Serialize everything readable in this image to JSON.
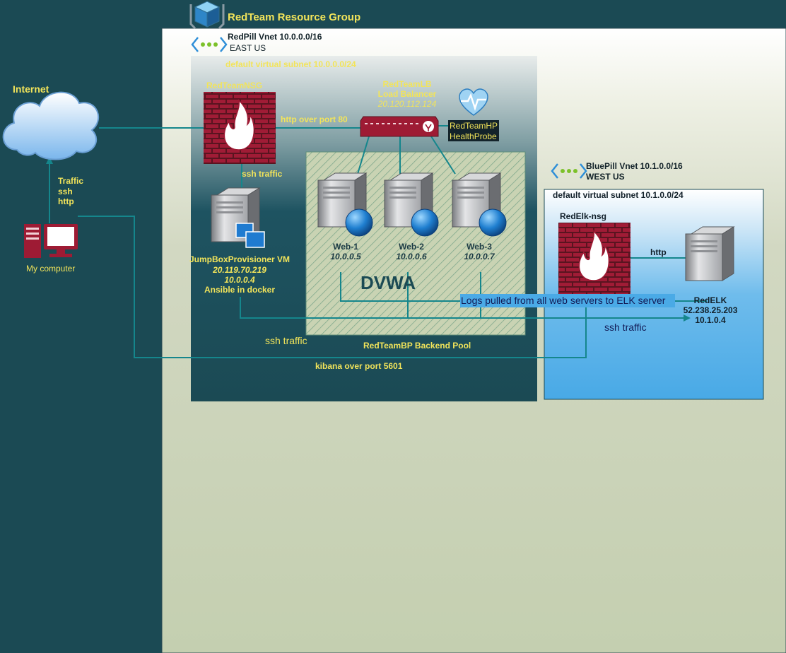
{
  "resource_group": {
    "title": "RedTeam Resource Group",
    "icon": "resource-group-cube-icon"
  },
  "internet": {
    "label": "Internet",
    "icon": "cloud-icon"
  },
  "my_computer": {
    "label": "My computer",
    "icon": "computer-icon",
    "traffic_lines": [
      "Traffic",
      "ssh",
      "http"
    ]
  },
  "redpill_vnet": {
    "title": "RedPill Vnet 10.0.0.0/16",
    "region": "EAST US",
    "icon": "vnet-icon",
    "subnet": "default virtual subnet 10.0.0.0/24",
    "nsg": {
      "name": "RedTeamNSG",
      "icon": "firewall-icon"
    },
    "lb": {
      "name": "RedTeamLB",
      "type": "Load Balancer",
      "ip": "20.120.112.124",
      "icon": "load-balancer-icon"
    },
    "probe": {
      "name": "RedTeamHP",
      "type": "HealthProbe",
      "icon": "health-probe-icon"
    },
    "jumpbox": {
      "name": "JumpBoxProvisioner VM",
      "public_ip": "20.119.70.219",
      "private_ip": "10.0.0.4",
      "note": "Ansible in docker",
      "icon": "server-icon"
    },
    "pool": {
      "title": "DVWA",
      "name": "RedTeamBP Backend Pool",
      "servers": [
        {
          "name": "Web-1",
          "ip": "10.0.0.5"
        },
        {
          "name": "Web-2",
          "ip": "10.0.0.6"
        },
        {
          "name": "Web-3",
          "ip": "10.0.0.7"
        }
      ]
    }
  },
  "bluepill_vnet": {
    "title": "BluePill Vnet 10.1.0.0/16",
    "region": "WEST US",
    "icon": "vnet-icon",
    "subnet": "default virtual subnet 10.1.0.0/24",
    "nsg": {
      "name": "RedElk-nsg",
      "icon": "firewall-icon"
    },
    "elk": {
      "name": "RedELK",
      "public_ip": "52.238.25.203",
      "private_ip": "10.1.0.4",
      "icon": "server-icon"
    }
  },
  "connections": {
    "http80": "http over port 80",
    "ssh_nsg": "ssh traffic",
    "ssh_pool": "ssh traffic",
    "ssh_elk": "ssh traffic",
    "http_elk": "http",
    "logs": "Logs pulled from all web servers to ELK server",
    "kibana": "kibana over port 5601"
  },
  "colors": {
    "background": "#1b4a54",
    "line": "#15868c",
    "label_yellow": "#f2e45a",
    "firewall_red": "#9e1b34",
    "blue_region": "#4aaae6"
  }
}
